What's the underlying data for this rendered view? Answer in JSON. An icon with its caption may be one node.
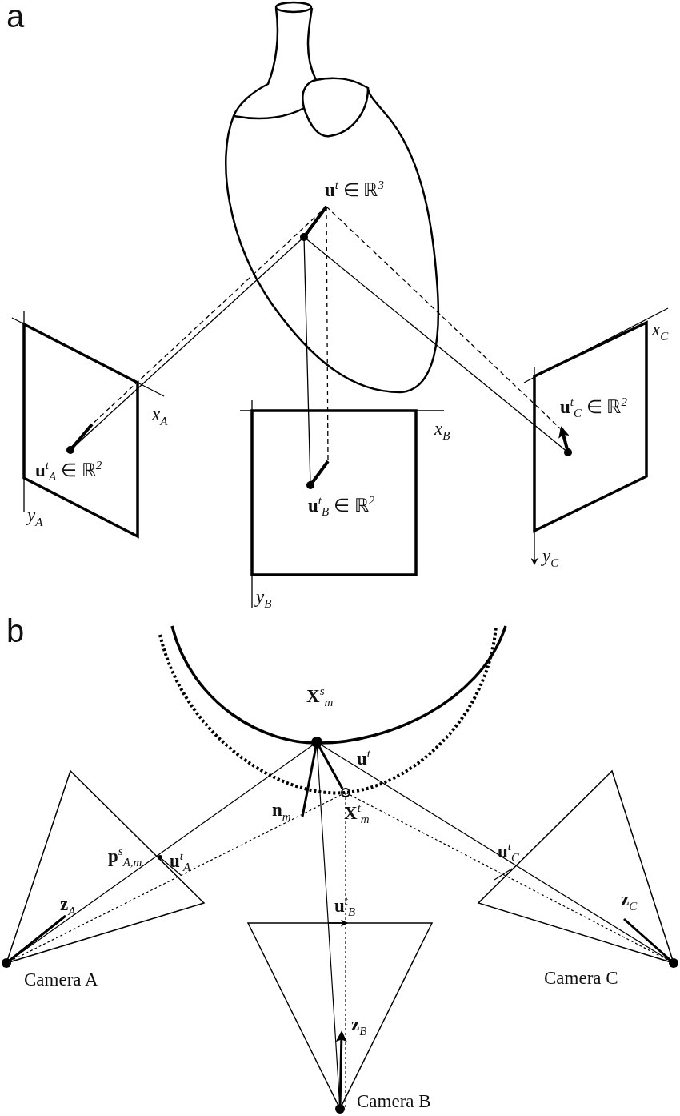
{
  "diagram": {
    "labels": [
      "a",
      "**u**$^{t}$ ∈ ℝ$^{3}$",
      "x$_{A}$",
      "**u**$^{t}$$_{A}$ ∈ ℝ$^{2}$",
      "x$_{B}$",
      "x$_{C}$",
      "**u**$^{t}$$_{C}$ ∈ ℝ$^{2}$",
      "y$_{A}$",
      "**u**$^{t}$$_{B}$ ∈ ℝ$^{2}$",
      "y$_{C}$",
      "y$_{B}$",
      "b",
      "**X**$^{s}$$_{m}$",
      "**u**$^{t}$",
      "**n**$_{m}$",
      "**X**$^{t}$$_{m}$",
      "**p**$^{s}$$_{A,m}$",
      "**u**$^{t}$$_{A}$",
      "**u**$^{t}$$_{C}$",
      "**z**$_{A}$",
      "**u**$^{t}$$_{B}$",
      "**z**$_{C}$",
      "Camera A",
      "Camera C",
      "**z**$_{B}$",
      "Camera B"
    ]
  }
}
